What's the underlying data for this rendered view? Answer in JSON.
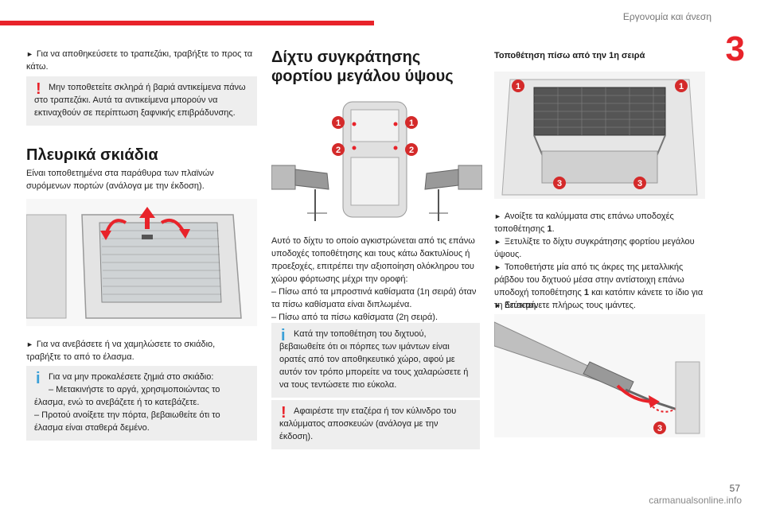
{
  "header": {
    "title": "Εργονομία και άνεση",
    "chapter": "3",
    "page_number": "57",
    "watermark": "carmanualsonline.info"
  },
  "col1": {
    "instr1": "Για να αποθηκεύσετε το τραπεζάκι, τραβήξτε το προς τα κάτω.",
    "warn1": "Μην τοποθετείτε σκληρά ή βαριά αντικείμενα πάνω στο τραπεζάκι. Αυτά τα αντικείμενα μπορούν να εκτιναχθούν σε περίπτωση ξαφνικής επιβράδυνσης.",
    "heading": "Πλευρικά σκιάδια",
    "para1": "Είναι τοποθετημένα στα παράθυρα των πλαϊνών συρόμενων πορτών (ανάλογα με την έκδοση).",
    "instr2": "Για να ανεβάσετε ή να χαμηλώσετε το σκιάδιο, τραβήξτε το από το έλασμα.",
    "info1": "Για να μην προκαλέσετε ζημιά στο σκιάδιο:",
    "info1_l1": "– Μετακινήστε το αργά, χρησιμοποιώντας το έλασμα, ενώ το ανεβάζετε ή το κατεβάζετε.",
    "info1_l2": "– Προτού ανοίξετε την πόρτα, βεβαιωθείτε ότι το έλασμα είναι σταθερά δεμένο."
  },
  "col2": {
    "heading": "Δίχτυ συγκράτησης φορτίου μεγάλου ύψους",
    "callouts": [
      "1",
      "1",
      "2",
      "2"
    ],
    "para1": "Αυτό το δίχτυ το οποίο αγκιστρώνεται από τις επάνω υποδοχές τοποθέτησης και τους κάτω δακτυλίους ή προεξοχές, επιτρέπει την αξιοποίηση ολόκληρου του χώρου φόρτωσης μέχρι την οροφή:",
    "l1": "– Πίσω από τα μπροστινά καθίσματα (1η σειρά) όταν τα πίσω καθίσματα είναι διπλωμένα.",
    "l2": "– Πίσω από τα πίσω καθίσματα (2η σειρά).",
    "info": "Κατά την τοποθέτηση του διχτυού, βεβαιωθείτε ότι οι πόρπες των ιμάντων είναι ορατές από τον αποθηκευτικό χώρο, αφού με αυτόν τον τρόπο μπορείτε να τους χαλαρώσετε ή να τους τεντώσετε πιο εύκολα.",
    "warn": "Αφαιρέστε την εταζέρα ή τον κύλινδρο του καλύμματος αποσκευών (ανάλογα με την έκδοση)."
  },
  "col3": {
    "heading": "Τοποθέτηση πίσω από την 1η σειρά",
    "callouts_top": [
      "1",
      "1",
      "3",
      "3"
    ],
    "instr1_a": "Ανοίξτε τα καλύμματα στις επάνω υποδοχές τοποθέτησης ",
    "instr1_b": "1",
    "instr1_c": ".",
    "instr2": "Ξετυλίξτε το δίχτυ συγκράτησης φορτίου μεγάλου ύψους.",
    "instr3_a": "Τοποθετήστε μία από τις άκρες της μεταλλικής ράβδου του διχτυού μέσα στην αντίστοιχη επάνω υποδοχή τοποθέτησης ",
    "instr3_b": "1",
    "instr3_c": " και κατόπιν κάνετε το ίδιο για τη δεύτερη.",
    "instr4": "Επεκτείνετε πλήρως τους ιμάντες.",
    "callout_bottom": "3"
  },
  "colors": {
    "accent": "#e8232a",
    "info": "#3aa0d8",
    "box": "#eeeeee"
  }
}
